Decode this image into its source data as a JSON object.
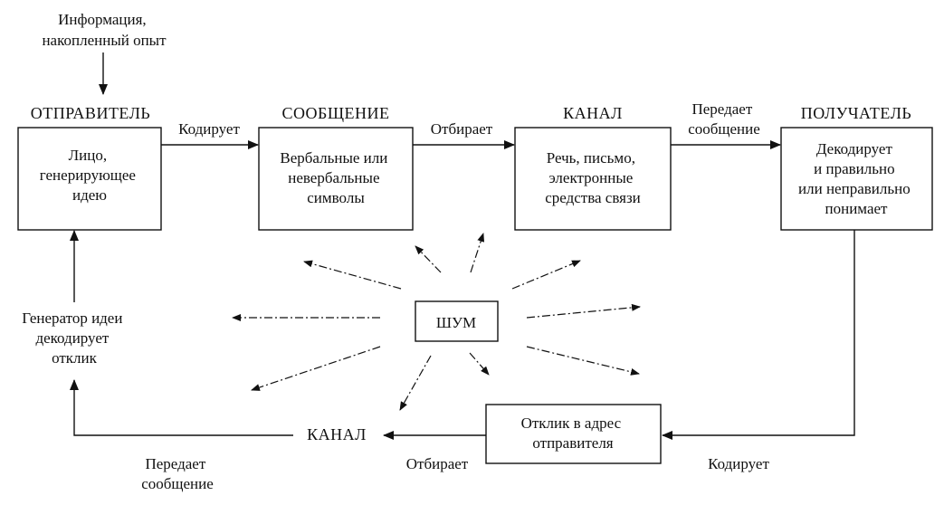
{
  "input": {
    "lines": [
      "Информация,",
      "накопленный опыт"
    ]
  },
  "headers": {
    "sender": "ОТПРАВИТЕЛЬ",
    "message": "СООБЩЕНИЕ",
    "channel": "КАНАЛ",
    "receiver": "ПОЛУЧАТЕЛЬ"
  },
  "boxes": {
    "sender": [
      "Лицо,",
      "генерирующее",
      "идею"
    ],
    "message": [
      "Вербальные или",
      "невербальные",
      "символы"
    ],
    "channel": [
      "Речь, письмо,",
      "электронные",
      "средства связи"
    ],
    "receiver": [
      "Декодирует",
      "и правильно",
      "или неправильно",
      "понимает"
    ],
    "noise": [
      "ШУМ"
    ],
    "feedback": [
      "Отклик в адрес",
      "отправителя"
    ]
  },
  "edges": {
    "encodes_top": [
      "Кодирует"
    ],
    "selects_top": [
      "Отбирает"
    ],
    "transmits_top": [
      "Передает",
      "сообщение"
    ],
    "feedback_encodes": [
      "Кодирует"
    ],
    "feedback_selects": [
      "Отбирает"
    ],
    "feedback_transmits": [
      "Передает",
      "сообщение"
    ]
  },
  "feedback_channel": [
    "КАНАЛ"
  ],
  "generator": [
    "Генератор идеи",
    "декодирует",
    "отклик"
  ]
}
